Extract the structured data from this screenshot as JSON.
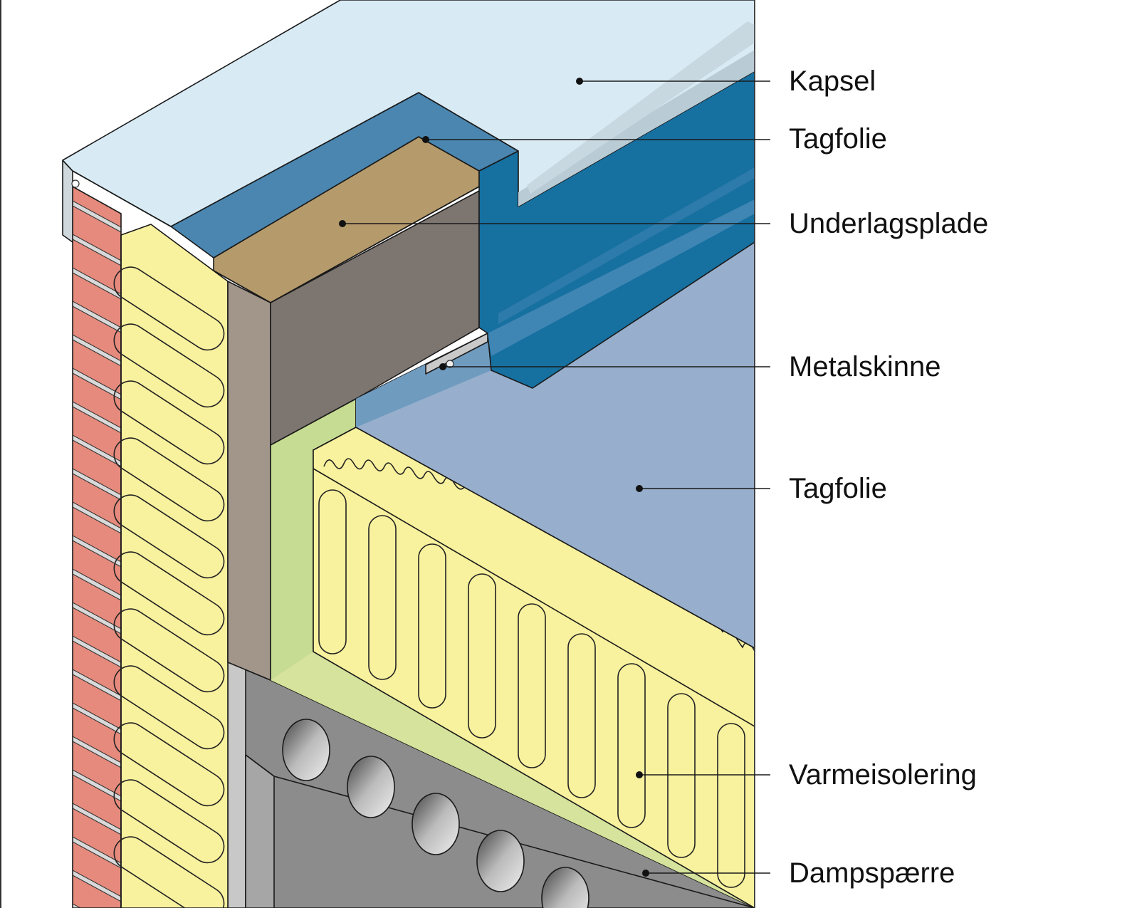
{
  "labels": {
    "kapsel": "Kapsel",
    "tagfolie_top": "Tagfolie",
    "underlagsplade": "Underlagsplade",
    "metalskinne": "Metalskinne",
    "tagfolie_main": "Tagfolie",
    "varmeisolering": "Varmeisolering",
    "dampspaerre": "Dampspærre"
  },
  "colors": {
    "kapsel": "#d8ebf5",
    "tagfolie_dark": "#1670a0",
    "tagfolie_mid": "#4a86b0",
    "tagfolie_light": "#97afcc",
    "underlagsplade": "#b59a6b",
    "plank_side": "#7d7570",
    "insulation": "#f8f19e",
    "dampspaerre": "#c7dc93",
    "brick": "#e58a7c",
    "concrete": "#8c8c8c"
  }
}
